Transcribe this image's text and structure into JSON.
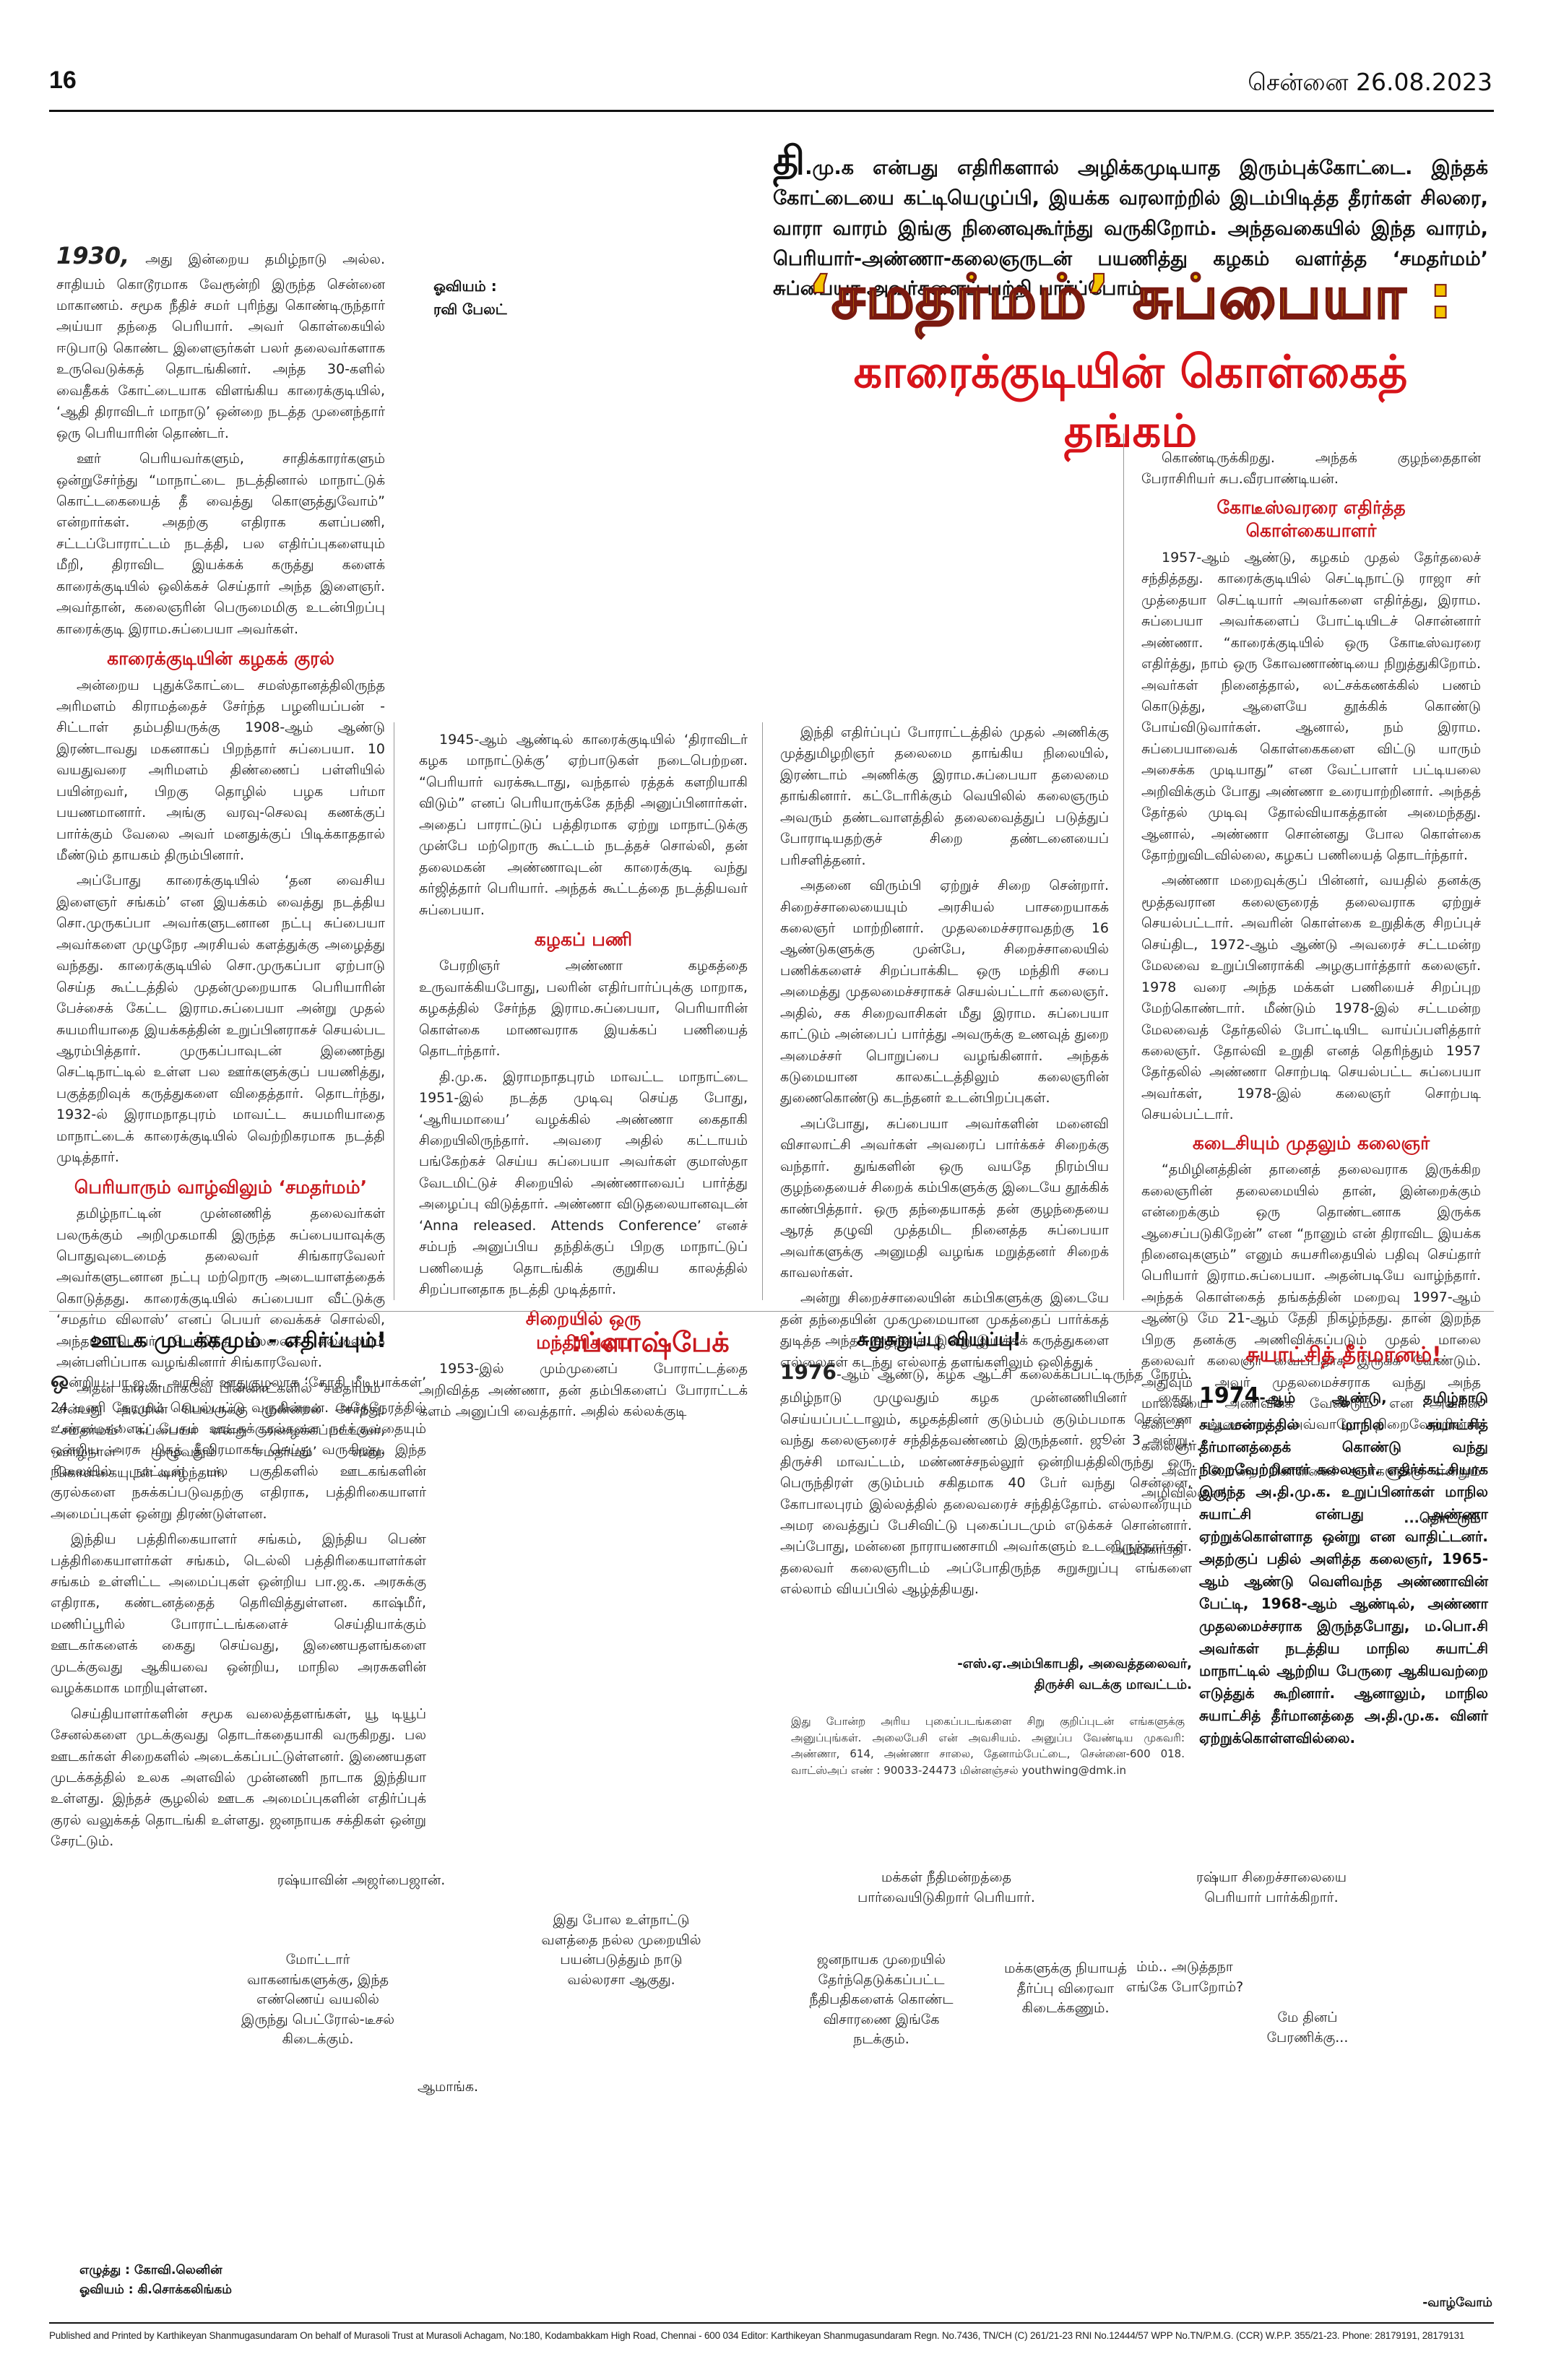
{
  "header": {
    "page_number": "16",
    "date_line": "சென்னை 26.08.2023"
  },
  "intro": {
    "lead_char": "தி",
    "text": ".மு.க என்பது எதிரிகளால் அழிக்கமுடியாத இரும்புக்கோட்டை. இந்தக் கோட்டையை கட்டியெழுப்பி, இயக்க வரலாற்றில் இடம்பிடித்த தீரர்கள் சிலரை, வாரா வாரம் இங்கு நினைவுகூர்ந்து வருகிறோம். அந்தவகையில் இந்த வாரம், பெரியார்-அண்ணா-கலைஞருடன் பயணித்து கழகம் வளர்த்த ‘சமதர்மம்’ சுப்பையா அவர்களைப் பற்றி பார்ப்போம்."
  },
  "credit": {
    "label": "ஓவியம் :",
    "name": "ரவி பேலட்"
  },
  "headline": {
    "line1": "‘சமதர்மம்’ சுப்பையா :",
    "line2": "காரைக்குடியின் கொள்கைத் தங்கம்"
  },
  "col1": {
    "lead_year": "1930,",
    "p1": "அது இன்றைய தமிழ்நாடு அல்ல. சாதியம் கொடூரமாக வேரூன்றி இருந்த சென்னை மாகாணம். சமூக நீதிச் சமர் புரிந்து கொண்டிருந்தார் அய்யா தந்தை பெரியார். அவர் கொள்கையில் ஈடுபாடு கொண்ட இளைஞர்கள் பலர் தலைவர்களாக உருவெடுக்கத் தொடங்கினர். அந்த 30-களில் வைதீகக் கோட்டையாக விளங்கிய காரைக்குடியில், ‘ஆதி திராவிடர் மாநாடு’ ஒன்றை நடத்த முனைந்தார் ஒரு பெரியாரின் தொண்டர்.",
    "p2": "ஊர் பெரியவர்களும், சாதிக்காரர்களும் ஒன்றுசேர்ந்து “மாநாட்டை நடத்தினால் மாநாட்டுக் கொட்டகையைத் தீ வைத்து கொளுத்துவோம்” என்றார்கள். அதற்கு எதிராக களப்பணி, சட்டப்போராட்டம் நடத்தி, பல எதிர்ப்புகளையும் மீறி, திராவிட இயக்கக் கருத்து களைக் காரைக்குடியில் ஒலிக்கச் செய்தார் அந்த இளைஞர். அவர்தான், கலைஞரின் பெருமைமிகு உடன்பிறப்பு காரைக்குடி இராம.சுப்பையா அவர்கள்.",
    "sub1": "காரைக்குடியின் கழகக் குரல்",
    "p3": "அன்றைய புதுக்கோட்டை சமஸ்தானத்திலிருந்த அரிமளம் கிராமத்தைச் சேர்ந்த பழனியப்பன் - சிட்டாள் தம்பதியருக்கு 1908-ஆம் ஆண்டு இரண்டாவது மகனாகப் பிறந்தார் சுப்பையா. 10 வயதுவரை அரிமளம் திண்ணைப் பள்ளியில் பயின்றவர், பிறகு தொழில் பழக பர்மா பயணமானார். அங்கு வரவு-செலவு கணக்குப் பார்க்கும் வேலை அவர் மனதுக்குப் பிடிக்காததால் மீண்டும் தாயகம் திரும்பினார்.",
    "p4": "அப்போது காரைக்குடியில் ‘தன வைசிய இளைஞர் சங்கம்’ என இயக்கம் வைத்து நடத்திய சொ.முருகப்பா அவர்களுடனான நட்பு சுப்பையா அவர்களை முழுநேர அரசியல் களத்துக்கு அழைத்து வந்தது. காரைக்குடியில் சொ.முருகப்பா ஏற்பாடு செய்த கூட்டத்தில் முதன்முறையாக பெரியாரின் பேச்சைக் கேட்ட இராம.சுப்பையா அன்று முதல் சுயமரியாதை இயக்கத்தின் உறுப்பினராகச் செயல்பட ஆரம்பித்தார். முருகப்பாவுடன் இணைந்து செட்டிநாட்டில் உள்ள பல ஊர்களுக்குப் பயணித்து, பகுத்தறிவுக் கருத்துகளை விதைத்தார். தொடர்ந்து, 1932-ல் இராமநாதபுரம் மாவட்ட சுயமரியாதை மாநாட்டைக் காரைக்குடியில் வெற்றிகரமாக நடத்தி முடித்தார்.",
    "sub2": "பெரியாரும் வாழ்விலும் ‘சமதர்மம்’",
    "p5": "தமிழ்நாட்டின் முன்னணித் தலைவர்கள் பலருக்கும் அறிமுகமாகி இருந்த சுப்பையாவுக்கு பொதுவுடைமைத் தலைவர் சிங்காரவேலர் அவர்களுடனான நட்பு மற்றொரு அடையாளத்தைக் கொடுத்தது. காரைக்குடியில் சுப்பையா வீட்டுக்கு ‘சமதர்ம விலாஸ்’ எனப் பெயர் வைக்கச் சொல்லி, அந்தப் பெயர் பொறித்த கலவைக் கல்லையும் அன்பளிப்பாக வழங்கினார் சிங்காரவேலர்.",
    "p6": "அதன் காரணமாகவே பின்னாட்களில் ‘சமதர்மம்’ என்பது அவரின் பெயருக்கு முன்னால் சேர்ந்து, ‘சமதர்மம்’ சுப்பையா என்று அழைக்கப்பட்டவர், வாழ்நாள் முழுவதும் ‘சமதர்மம்’ என்ற கொள்கையுடன் வாழ்ந்தார்."
  },
  "col2": {
    "p1": "1945-ஆம் ஆண்டில் காரைக்குடியில் ‘திராவிடர் கழக மாநாட்டுக்கு’ ஏற்பாடுகள் நடைபெற்றன. “பெரியார் வரக்கூடாது, வந்தால் ரத்தக் களறியாகி விடும்” எனப் பெரியாருக்கே தந்தி அனுப்பினார்கள். அதைப் பாராட்டுப் பத்திரமாக ஏற்று மாநாட்டுக்கு முன்பே மற்றொரு கூட்டம் நடத்தச் சொல்லி, தன் தலைமகன் அண்ணாவுடன் காரைக்குடி வந்து கர்ஜித்தார் பெரியார். அந்தக் கூட்டத்தை நடத்தியவர் சுப்பையா.",
    "sub1": "கழகப் பணி",
    "p2": "பேரறிஞர் அண்ணா கழகத்தை உருவாக்கியபோது, பலரின் எதிர்பார்ப்புக்கு மாறாக, கழகத்தில் சேர்ந்த இராம.சுப்பையா, பெரியாரின் கொள்கை மாணவராக இயக்கப் பணியைத் தொடர்ந்தார்.",
    "p3": "தி.மு.க. இராமநாதபுரம் மாவட்ட மாநாட்டை 1951-இல் நடத்த முடிவு செய்த போது, ‘ஆரியமாயை’ வழக்கில் அண்ணா கைதாகி சிறையிலிருந்தார். அவரை அதில் கட்டாயம் பங்கேற்கச் செய்ய சுப்பையா அவர்கள் குமாஸ்தா வேடமிட்டுச் சிறையில் அண்ணாவைப் பார்த்து அழைப்பு விடுத்தார். அண்ணா விடுதலையானவுடன் ‘Anna released. Attends Conference’ எனச் சம்பந் அனுப்பிய தந்திக்குப் பிறகு மாநாட்டுப் பணியைத் தொடங்கிக் குறுகிய காலத்தில் சிறப்பானதாக நடத்தி முடித்தார்.",
    "sub2a": "சிறையில் ஒரு",
    "sub2b": "மந்திரிசபை",
    "p4": "1953-இல் மும்முனைப் போராட்டத்தை அறிவித்த அண்ணா, தன் தம்பிகளைப் போராட்டக் களம் அனுப்பி வைத்தார். அதில் கல்லக்குடி"
  },
  "col3": {
    "p1": "இந்தி எதிர்ப்புப் போராட்டத்தில் முதல் அணிக்கு முத்துமிழறிஞர் தலைமை தாங்கிய நிலையில், இரண்டாம் அணிக்கு இராம.சுப்பையா தலைமை தாங்கினார். கட்டோரிக்கும் வெயிலில் கலைஞரும் அவரும் தண்டவாளத்தில் தலைவைத்துப் படுத்துப் போராடியதற்குச் சிறை தண்டனையைப் பரிசளித்தனர்.",
    "p2": "அதனை விரும்பி ஏற்றுச் சிறை சென்றார். சிறைச்சாலையையும் அரசியல் பாசறையாகக் கலைஞர் மாற்றினார். முதலமைச்சராவதற்கு 16 ஆண்டுகளுக்கு முன்பே, சிறைச்சாலையில் பணிக்களைச் சிறப்பாக்கிட ஒரு மந்திரி சபை அமைத்து முதலமைச்சராகச் செயல்பட்டார் கலைஞர். அதில், சக சிறைவாசிகள் மீது இராம. சுப்பையா காட்டும் அன்பைப் பார்த்து அவருக்கு உணவுத் துறை அமைச்சர் பொறுப்பை வழங்கினார். அந்தக் கடுமையான காலகட்டத்திலும் கலைஞரின் துணைகொண்டு கடந்தனர் உடன்பிறப்புகள்.",
    "p3": "அப்போது, சுப்பையா அவர்களின் மனைவி விசாலாட்சி அவர்கள் அவரைப் பார்க்கச் சிறைக்கு வந்தார். துங்களின் ஒரு வயதே நிரம்பிய குழந்தையைச் சிறைக் கம்பிகளுக்கு இடையே தூக்கிக் காண்பித்தார். ஒரு தந்தையாகத் தன் குழந்தையை ஆரத் தழுவி முத்தமிட நினைத்த சுப்பையா அவர்களுக்கு அனுமதி வழங்க மறுத்தனர் சிறைக் காவலர்கள்.",
    "p4": "அன்று சிறைச்சாலையின் கம்பிகளுக்கு இடையே தன் தந்தையின் முகமுமையான முகத்தைப் பார்க்கத் துடித்த அந்தக் குழந்தை, இன்று இயக்கக் கருத்துகளை எல்லைகள் கடந்து எல்லாத் தளங்களிலும் ஒலித்துக்"
  },
  "col4": {
    "p1": "கொண்டிருக்கிறது. அந்தக் குழந்தைதான் பேராசிரியர் சுப.வீரபாண்டியன்.",
    "sub1a": "கோடீஸ்வரரை எதிர்த்த",
    "sub1b": "கொள்கையாளர்",
    "p2": "1957-ஆம் ஆண்டு, கழகம் முதல் தேர்தலைச் சந்தித்தது. காரைக்குடியில் செட்டிநாட்டு ராஜா சர் முத்தையா செட்டியார் அவர்களை எதிர்த்து, இராம. சுப்பையா அவர்களைப் போட்டியிடச் சொன்னார் அண்ணா. “காரைக்குடியில் ஒரு கோடீஸ்வரரை எதிர்த்து, நாம் ஒரு கோவணாண்டியை நிறுத்துகிறோம். அவர்கள் நினைத்தால், லட்சக்கணக்கில் பணம் கொடுத்து, ஆளையே தூக்கிக் கொண்டு போய்விடுவார்கள். ஆனால், நம் இராம. சுப்பையாவைக் கொள்கைகளை விட்டு யாரும் அசைக்க முடியாது” என வேட்பாளர் பட்டியலை அறிவிக்கும் போது அண்ணா உரையாற்றினார். அந்தத் தேர்தல் முடிவு தோல்வியாகத்தான் அமைந்தது. ஆனால், அண்ணா சொன்னது போல கொள்கை தோற்றுவிடவில்லை, கழகப் பணியைத் தொடர்ந்தார்.",
    "p3": "அண்ணா மறைவுக்குப் பின்னர், வயதில் தனக்கு மூத்தவரான கலைஞரைத் தலைவராக ஏற்றுச் செயல்பட்டார். அவரின் கொள்கை உறுதிக்கு சிறப்புச் செய்திட, 1972-ஆம் ஆண்டு அவரைச் சட்டமன்ற மேலவை உறுப்பினராக்கி அழகுபார்த்தார் கலைஞர். 1978 வரை அந்த மக்கள் பணியைச் சிறப்புற மேற்கொண்டார். மீண்டும் 1978-இல் சட்டமன்ற மேலவைத் தேர்தலில் போட்டியிட வாய்ப்பளித்தார் கலைஞர். தோல்வி உறுதி எனத் தெரிந்தும் 1957 தேர்தலில் அண்ணா சொற்படி செயல்பட்ட சுப்பையா அவர்கள், 1978-இல் கலைஞர் சொற்படி செயல்பட்டார்.",
    "sub2": "கடைசியும் முதலும் கலைஞர்",
    "p4": "“தமிழினத்தின் தானைத் தலைவராக இருக்கிற கலைஞரின் தலைமையில் தான், இன்றைக்கும் என்றைக்கும் ஒரு தொண்டனாக இருக்க ஆசைப்படுகிறேன்” என “நானும் என் திராவிட இயக்க நினைவுகளும்” எனும் சுயசரிதையில் பதிவு செய்தார் பெரியார் இராம.சுப்பையா. அதன்படியே வாழ்ந்தார். அந்தக் கொள்கைத் தங்கத்தின் மறைவு 1997-ஆம் ஆண்டு மே 21-ஆம் தேதி நிகழ்ந்தது. தான் இறந்த பிறகு தனக்கு அணிவிக்கப்படும் முதல் மாலை தலைவர் கலைஞர் வைப்பதாக இருக்க வேண்டும். அதுவும் அவர் முதலமைச்சராக வந்து அந்த மாலையை அணிவிக்க வேண்டும் என அவரின் கடைசி ஆசையை அவ்வாறே நிறைவேற்றினார் கலைஞர்.",
    "p5": "அவர் போன்ற கொள்கைச் சுடர்களுக்கு என்றும் அழிவில்லை!",
    "cont": "...தொடரும்"
  },
  "media": {
    "title": "ஊடக முடக்கமும் - எதிர்ப்பும்!",
    "lead_char": "ஒ",
    "p1": "ன்றிய பா.ஜ.க. அரசின் ஊதுகுழலாக ‘கோதி மீடியாக்கள்’ 24 மணி நேரமும் செயல்பட்டு வருகின்றன. அதேநேரத்தில் உண்மைகளைப் பேசும் ஊடகக்குரல்களை நசுக்குவதையும் ஒன்றிய அரசு மிகத் தீவிரமாகச் செய்து வருகிறது. இந்த நிலையில் நாட்டின் பல பகுதிகளில் ஊடகங்களின் குரல்களை நசுக்கப்படுவதற்கு எதிராக, பத்திரிகையாளர் அமைப்புகள் ஒன்று திரண்டுள்ளன.",
    "p2": "இந்திய பத்திரிகையாளர் சங்கம், இந்திய பெண் பத்திரிகையாளர்கள் சங்கம், டெல்லி பத்திரிகையாளர்கள் சங்கம் உள்ளிட்ட அமைப்புகள் ஒன்றிய பா.ஜ.க. அரசுக்கு எதிராக, கண்டனத்தைத் தெரிவித்துள்ளன. காஷ்மீர், மணிப்பூரில் போராட்டங்களைச் செய்தியாக்கும் ஊடகர்களைக் கைது செய்வது, இணையதளங்களை முடக்குவது ஆகியவை ஒன்றிய, மாநில அரசுகளின் வழக்கமாக மாறியுள்ளன.",
    "p3": "செய்தியாளர்களின் சமூக வலைத்தளங்கள், யூ டியூப் சேனல்களை முடக்குவது தொடர்கதையாகி வருகிறது. பல ஊடகர்கள் சிறைகளில் அடைக்கப்பட்டுள்ளனர். இணையதள முடக்கத்தில் உலக அளவில் முன்னணி நாடாக இந்தியா உள்ளது. இந்தச் சூழலில் ஊடக அமைப்புகளின் எதிர்ப்புக் குரல் வலுக்கத் தொடங்கி உள்ளது. ஜனநாயக சக்திகள் ஒன்று சேரட்டும்."
  },
  "flashback": {
    "title": ":ப்ளாஷ்பேக்"
  },
  "suru": {
    "title": "சுறுசுறுப்பு வியப்பு!",
    "lead_year": "1976",
    "p1": "-ஆம் ஆண்டு, கழக ஆட்சி கலைக்கப்பட்டிருந்த நேரம். தமிழ்நாடு முழுவதும் கழக முன்னணியினர் கைது செய்யப்பட்டாலும், கழகத்தினர் குடும்பம் குடும்பமாக சென்னை வந்து கலைஞரைச் சந்தித்தவண்ணம் இருந்தனர். ஜூன் 3 அன்று, திருச்சி மாவட்டம், மண்ணச்சநல்லூர் ஒன்றியத்திலிருந்து ஒரு பெருந்திரள் குடும்பம் சகிதமாக 40 பேர் வந்து சென்னை, கோபாலபுரம் இல்லத்தில் தலைவரைச் சந்தித்தோம். எல்லாரையும் அமர வைத்துப் பேசிவிட்டு புகைப்படமும் எடுக்கச் சொன்னார். அப்போது, மன்னை நாராயணசாமி அவர்களும் உடனிருந்தார்கள். தலைவர் கலைஞரிடம் அப்போதிருந்த சுறுசுறுப்பு எங்களை எல்லாம் வியப்பில் ஆழ்த்தியது.",
    "photo_caption": "அம்பிகாபதி",
    "sign1": "-எஸ்.ஏ.அம்பிகாபதி, அவைத்தலைவர்,",
    "sign2": "திருச்சி வடக்கு மாவட்டம்.",
    "note": "இது போன்ற அரிய புகைப்படங்களை சிறு குறிப்புடன் எங்களுக்கு அனுப்புங்கள். அலைபேசி என் அவசியம். அனுப்ப வேண்டிய முகவரி: அண்ணா, 614, அண்ணா சாலை, தேனாம்பேட்டை, சென்னை-600 018. வாட்ஸ்அப் எண் : 90033-24473 மின்னஞ்சல் youthwing@dmk.in"
  },
  "samacheer": {
    "title": "சுயாட்சித் தீர்மானம்!",
    "lead_year": "1974",
    "p1": "-ஆம் ஆண்டு, தமிழ்நாடு சட்டமன்றத்தில் மாநில சுயாட்சித் தீர்மானத்தைக் கொண்டு வந்து நிறைவேற்றினார் கலைஞர். எதிர்க்கட்சியாக இருந்த அ.தி.மு.க. உறுப்பினர்கள் மாநில சுயாட்சி என்பது அண்ணா ஏற்றுக்கொள்ளாத ஒன்று என வாதிட்டனர். அதற்குப் பதில் அளித்த கலைஞர், 1965- ஆம் ஆண்டு வெளிவந்த அண்ணாவின் பேட்டி, 1968-ஆம் ஆண்டில், அண்ணா முதலமைச்சராக இருந்தபோது, ம.பொ.சி அவர்கள் நடத்திய மாநில சுயாட்சி மாநாட்டில் ஆற்றிய பேருரை ஆகியவற்றை எடுத்துக் கூறினார். ஆனாலும், மாநில சுயாட்சித் தீர்மானத்தை அ.தி.மு.க. வினர் ஏற்றுக்கொள்ளவில்லை."
  },
  "cartoon": {
    "c1": "ரஷ்யாவின் அஜர்பைஜான்.",
    "c2a": "மோட்டார்",
    "c2b": "வாகனங்களுக்கு, இந்த",
    "c2c": "எண்ணெய் வயலில்",
    "c2d": "இருந்து பெட்ரோல்-டீசல்",
    "c2e": "கிடைக்கும்.",
    "c3a": "இது போல உள்நாட்டு",
    "c3b": "வளத்தை நல்ல முறையில்",
    "c3c": "பயன்படுத்தும் நாடு",
    "c3d": "வல்லரசா ஆகுது.",
    "c4": "ஆமாங்க.",
    "c5a": "மக்கள் நீதிமன்றத்தை",
    "c5b": "பார்வையிடுகிறார் பெரியார்.",
    "c6a": "ஜனநாயக முறையில்",
    "c6b": "தேர்ந்தெடுக்கப்பட்ட",
    "c6c": "நீதிபதிகளைக் கொண்ட",
    "c6d": "விசாரணை இங்கே",
    "c6e": "நடக்கும்.",
    "c7a": "மக்களுக்கு நியாயத்",
    "c7b": "தீர்ப்பு விரைவா",
    "c7c": "கிடைக்கணும்.",
    "c8a": "ரஷ்யா சிறைச்சாலையை",
    "c8b": "பெரியார் பார்க்கிறார்.",
    "c9a": "ம்ம்.. அடுத்தநா",
    "c9b": "எங்கே போறோம்?",
    "c10a": "மே தினப்",
    "c10b": "பேரணிக்கு...",
    "credit1": "எழுத்து : கோவி.லெனின்",
    "credit2": "ஓவியம் : கி.சொக்கலிங்கம்",
    "cont": "-வாழ்வோம்"
  },
  "imprint": "Published and Printed by Karthikeyan Shanmugasundaram On behalf of Murasoli Trust at Murasoli Achagam, No:180, Kodambakkam High Road, Chennai - 600 034 Editor: Karthikeyan Shanmugasundaram Regn. No.7436, TN/CH (C) 261/21-23 RNI No.12444/57 WPP No.TN/P.M.G. (CCR) W.P.P. 355/21-23. Phone: 28179191, 28179131",
  "colors": {
    "accent_red": "#c8191e",
    "headline_yellow": "#f5c400",
    "headline_red": "#d7141a"
  }
}
